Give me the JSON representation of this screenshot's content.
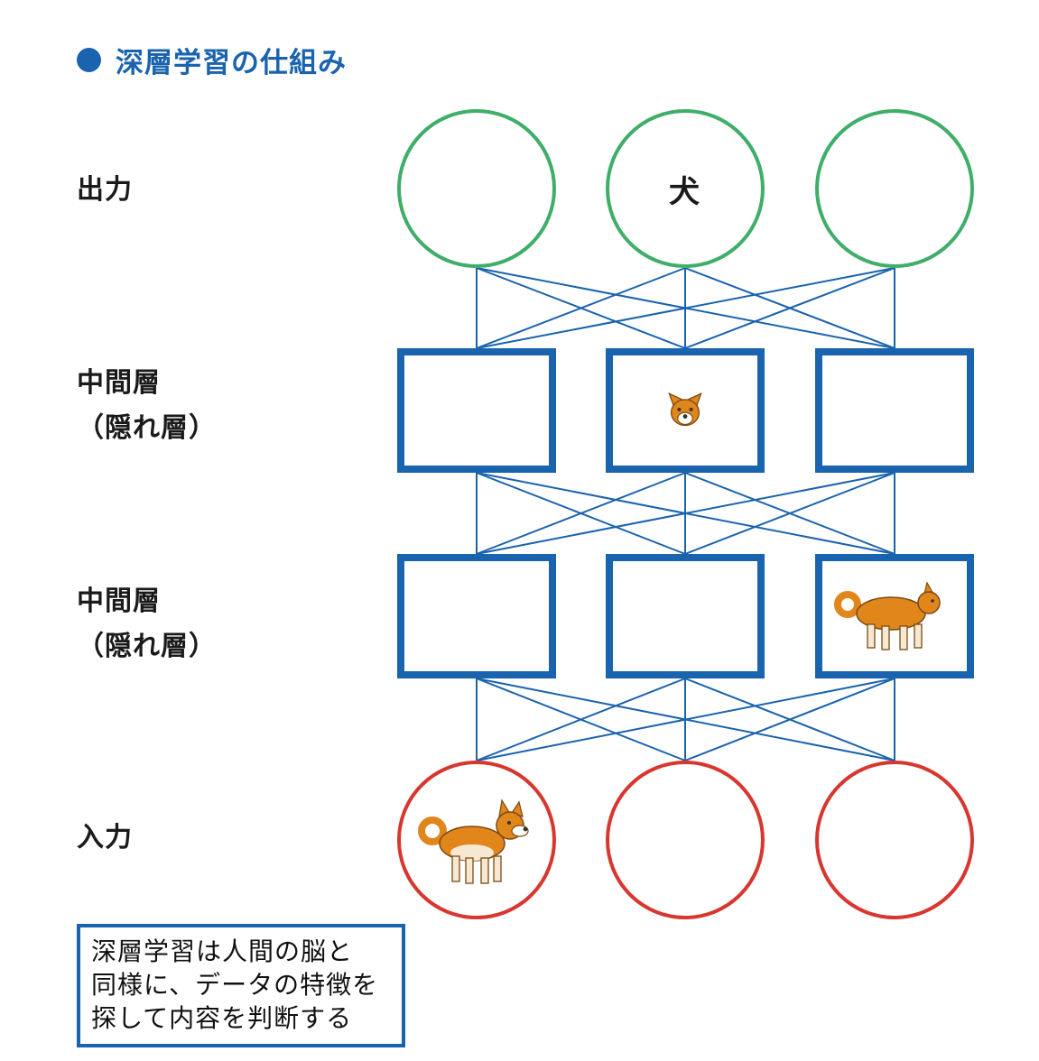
{
  "title": {
    "text": "深層学習の仕組み"
  },
  "layers": [
    {
      "name": "output",
      "shape": "circle",
      "color_name": "green",
      "label_lines": [
        "出力"
      ],
      "node_texts": [
        "",
        "犬",
        ""
      ]
    },
    {
      "name": "hidden1",
      "shape": "rect",
      "color_name": "blue",
      "label_lines": [
        "中間層",
        "（隠れ層）"
      ],
      "node_texts": [
        "",
        "",
        ""
      ],
      "node_icons": [
        "",
        "dog-face-icon",
        ""
      ]
    },
    {
      "name": "hidden2",
      "shape": "rect",
      "color_name": "blue",
      "label_lines": [
        "中間層",
        "（隠れ層）"
      ],
      "node_texts": [
        "",
        "",
        ""
      ],
      "node_icons": [
        "",
        "",
        "dog-body-icon"
      ]
    },
    {
      "name": "input",
      "shape": "circle",
      "color_name": "red",
      "label_lines": [
        "入力"
      ],
      "node_texts": [
        "",
        "",
        ""
      ],
      "node_icons": [
        "dog-full-icon",
        "",
        ""
      ]
    }
  ],
  "caption": {
    "line1": "深層学習は人間の脳と",
    "line2": "同様に、データの特徴を",
    "line3": "探して内容を判断する"
  },
  "colors": {
    "accent_blue": "#1a63ae",
    "output_green": "#3fae69",
    "input_red": "#d7372f",
    "dog_orange": "#e0861a",
    "text_dark": "#1a1a1a"
  }
}
